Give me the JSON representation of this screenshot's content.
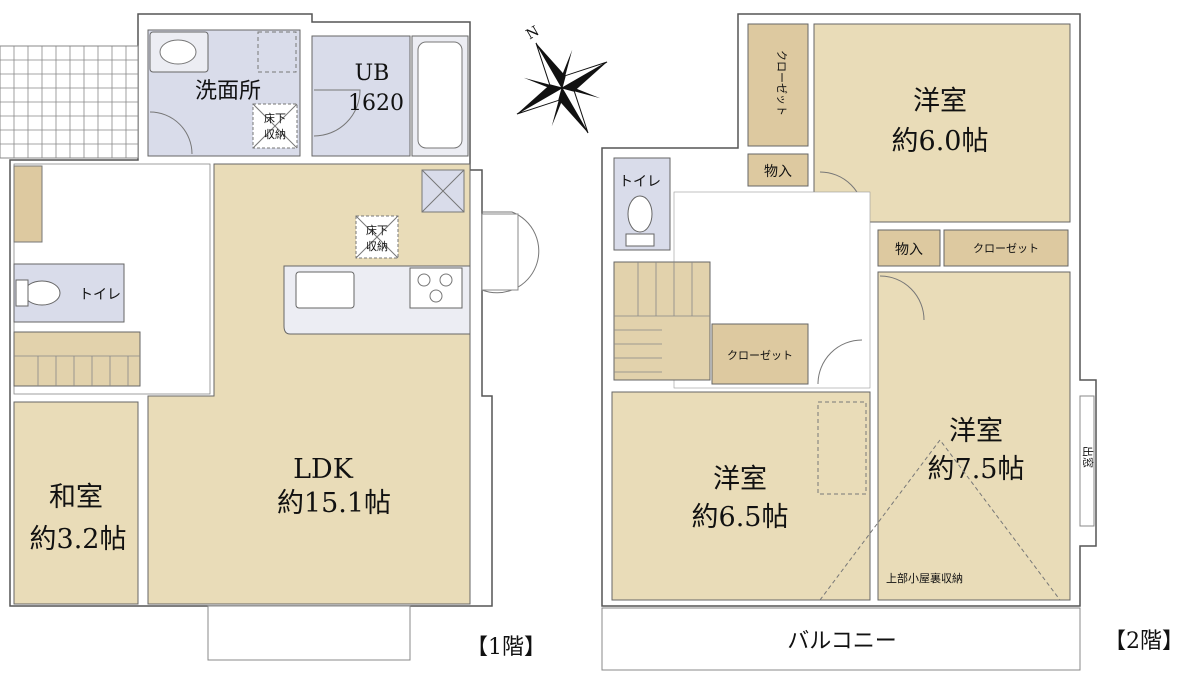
{
  "floor1": {
    "level_label": "【1階】",
    "rooms": {
      "washroom": "洗面所",
      "bath_line1": "UB",
      "bath_line2": "1620",
      "underfloor_line1": "床下",
      "underfloor_line2": "収納",
      "underfloor2_line1": "床下",
      "underfloor2_line2": "収納",
      "toilet": "トイレ",
      "ldk_line1": "LDK",
      "ldk_line2": "約15.1帖",
      "washitsu_line1": "和室",
      "washitsu_line2": "約3.2帖"
    }
  },
  "floor2": {
    "level_label": "【2階】",
    "rooms": {
      "closet_vertical": "クローゼット",
      "storage_a": "物入",
      "storage_b": "物入",
      "closet_b": "クローゼット",
      "closet_c": "クローゼット",
      "toilet": "トイレ",
      "room_a_line1": "洋室",
      "room_a_line2": "約6.0帖",
      "room_b_line1": "洋室",
      "room_b_line2": "約6.5帖",
      "room_c_line1": "洋室",
      "room_c_line2": "約7.5帖",
      "attic": "上部小屋裏収納",
      "bay_window": "出窓",
      "balcony": "バルコニー"
    }
  },
  "compass": {
    "north": "N"
  },
  "colors": {
    "wood_floor": "#e9dcb8",
    "wet_area": "#d9dcea",
    "fixture": "#ecedf3",
    "closet": "#ddc9a0",
    "stairs": "#e2d2ac",
    "tile": "#ffffff"
  }
}
